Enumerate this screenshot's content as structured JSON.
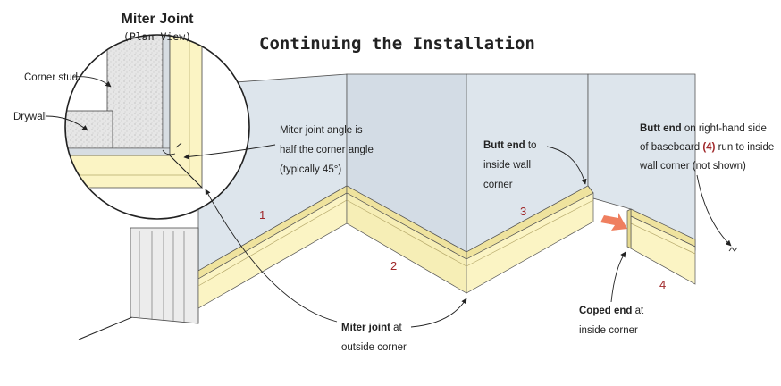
{
  "title": "Continuing the Installation",
  "inset": {
    "title": "Miter Joint",
    "subtitle": "(Plan View)",
    "label_corner_stud": "Corner stud",
    "label_drywall": "Drywall"
  },
  "callouts": {
    "miter_angle": [
      "Miter joint angle is",
      "half the corner angle",
      "(typically 45°)"
    ],
    "butt_end_1": {
      "bold": "Butt end",
      "rest": " to",
      "lines": [
        "inside wall",
        "corner"
      ]
    },
    "butt_end_2": {
      "bold": "Butt end",
      "rest": " on right-hand side",
      "line2_pre": "of baseboard ",
      "line2_num": "(4)",
      "line2_post": " run to inside",
      "line3": "wall corner (not shown)"
    },
    "miter_joint": {
      "bold": "Miter joint",
      "rest": " at",
      "line2": "outside corner"
    },
    "coped_end": {
      "bold": "Coped end",
      "rest": " at",
      "line2": "inside corner"
    }
  },
  "piece_numbers": [
    "1",
    "2",
    "3",
    "4"
  ],
  "colors": {
    "wall": "#dde5ec",
    "baseboard_face": "#fbf4c4",
    "baseboard_top": "#efe39e",
    "stud": "#ececec",
    "number": "#a0282a",
    "arrow": "#ef7f5f",
    "line": "#222222"
  }
}
